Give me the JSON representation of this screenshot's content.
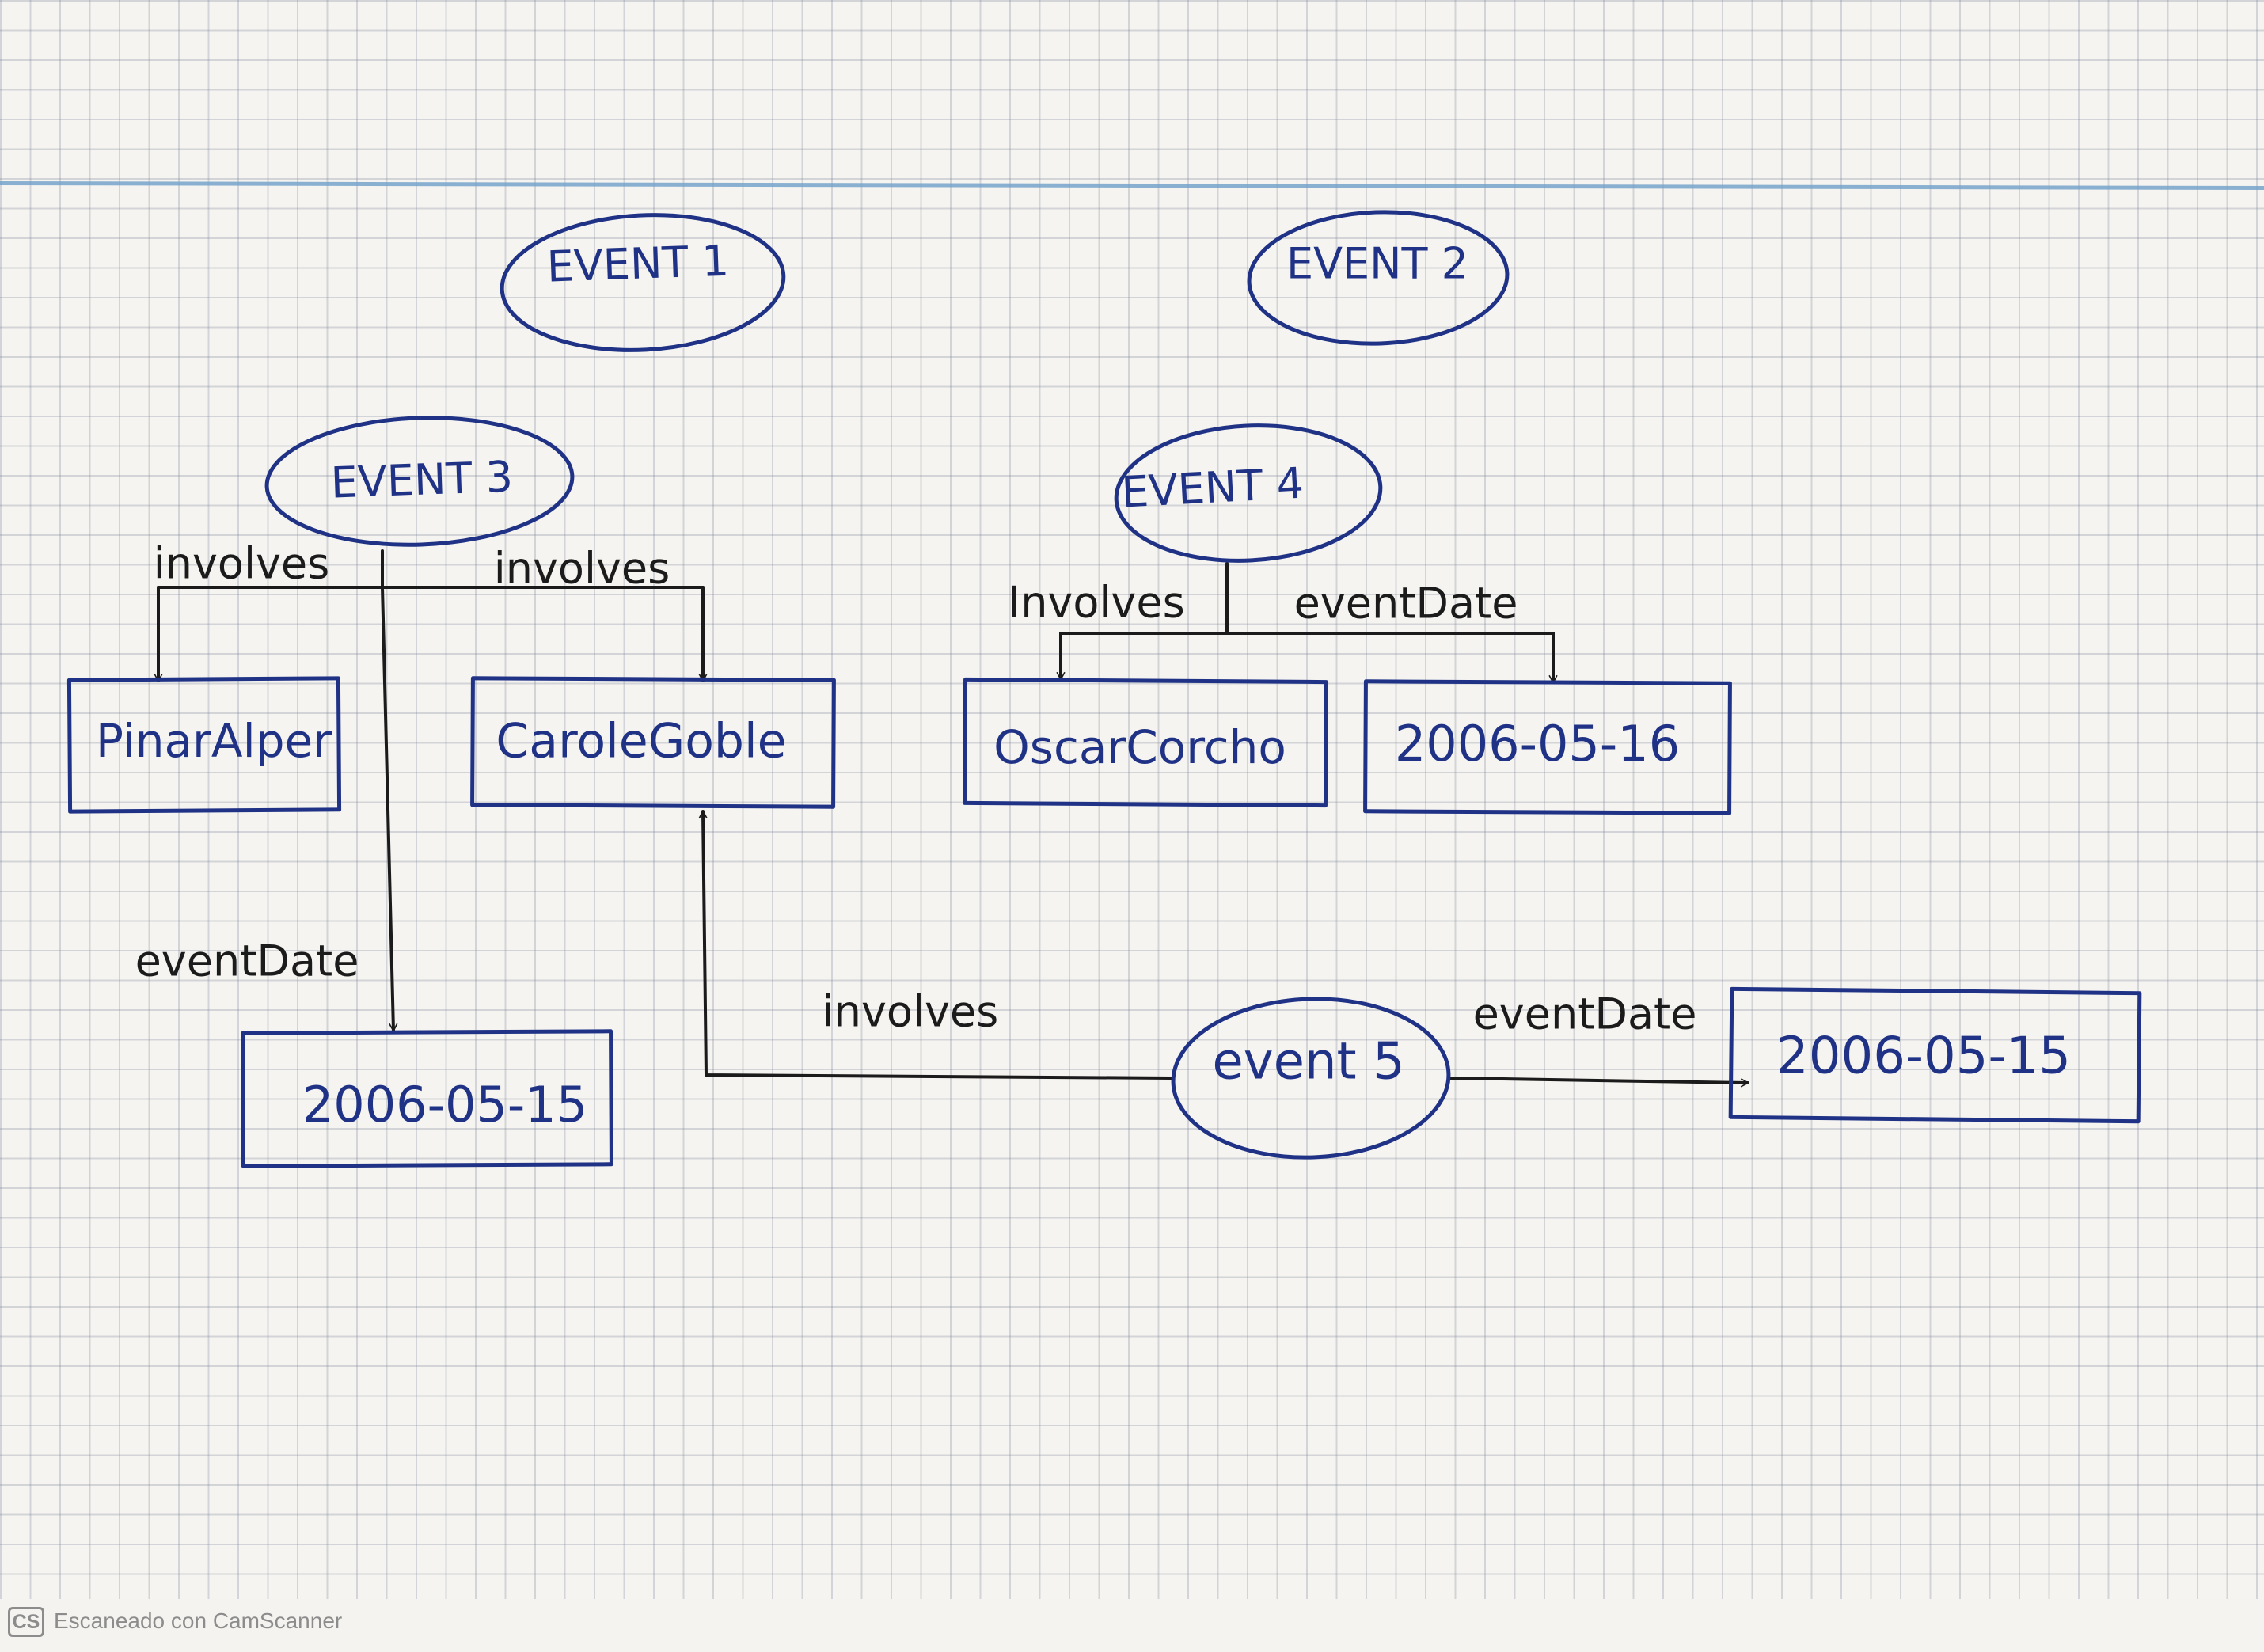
{
  "colors": {
    "ink_blue": "#1f3286",
    "ink_black": "#1b1b1b",
    "margin_line": "#6f9fc9",
    "watermark_gray": "#8c8c8c"
  },
  "nodes": {
    "event1": "EVENT 1",
    "event2": "EVENT 2",
    "event3": "EVENT 3",
    "event4": "EVENT 4",
    "event5": "event 5",
    "pinar": "PinarAlper",
    "carole": "CaroleGoble",
    "oscar": "OscarCorcho",
    "date_e4": "2006-05-16",
    "date_e3": "2006-05-15",
    "date_e5": "2006-05-15"
  },
  "edges": {
    "e3_pinar": "involves",
    "e3_carole": "involves",
    "e3_date": "eventDate",
    "e4_oscar": "Involves",
    "e4_date": "eventDate",
    "e5_carole": "involves",
    "e5_date": "eventDate"
  },
  "footer": {
    "logo": "CS",
    "text": "Escaneado con CamScanner"
  }
}
